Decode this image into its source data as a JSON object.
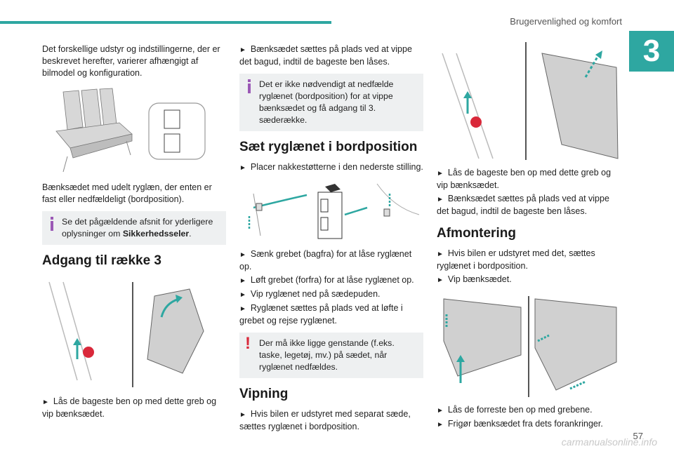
{
  "header": {
    "title": "Brugervenlighed og komfort",
    "chapter": "3"
  },
  "col1": {
    "intro": "Det forskellige udstyr og indstillingerne, der er beskrevet herefter, varierer afhængigt af bilmodel og konfiguration.",
    "caption": "Bænksædet med udelt ryglæn, der enten er fast eller nedfældeligt (bordposition).",
    "note_prefix": "Se det pågældende afsnit for yderligere oplysninger om ",
    "note_bold": "Sikkerhedsseler",
    "note_suffix": ".",
    "heading": "Adgang til række 3",
    "step1": "Lås de bageste ben op med dette greb og vip bænksædet."
  },
  "col2": {
    "step1": "Bænksædet sættes på plads ved at vippe det bagud, indtil de bageste ben låses.",
    "note1": "Det er ikke nødvendigt at nedfælde ryglænet (bordposition) for at vippe bænksædet og få adgang til 3. sæderække.",
    "heading1": "Sæt ryglænet i bordposition",
    "step2": "Placer nakkestøtterne i den nederste stilling.",
    "steps": [
      "Sænk grebet (bagfra) for at låse ryglænet op.",
      "Løft grebet (forfra) for at låse ryglænet op.",
      "Vip ryglænet ned på sædepuden.",
      "Ryglænet sættes på plads ved at løfte i grebet og rejse ryglænet."
    ],
    "warning": "Der må ikke ligge genstande (f.eks. taske, legetøj, mv.) på sædet, når ryglænet nedfældes.",
    "heading2": "Vipning",
    "step3": "Hvis bilen er udstyret med separat sæde, sættes ryglænet i bordposition."
  },
  "col3": {
    "steps1": [
      "Lås de bageste ben op med dette greb og vip bænksædet.",
      "Bænksædet sættes på plads ved at vippe det bagud, indtil de bageste ben låses."
    ],
    "heading": "Afmontering",
    "steps2": [
      "Hvis bilen er udstyret med det, sættes ryglænet i bordposition.",
      "Vip bænksædet."
    ],
    "steps3": [
      "Lås de forreste ben op med grebene.",
      "Frigør bænksædet fra dets forankringer."
    ]
  },
  "footer": {
    "page": "57",
    "watermark": "carmanualsonline.info"
  },
  "colors": {
    "accent": "#2ea7a1",
    "warning": "#d9283a",
    "info": "#9b59b6",
    "note_bg": "#eef0f1"
  }
}
